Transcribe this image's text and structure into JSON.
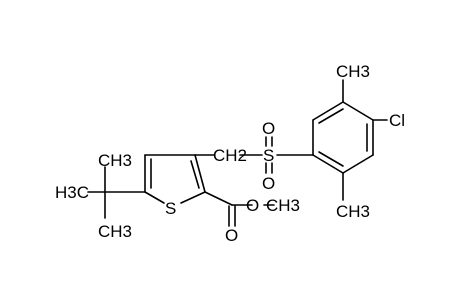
{
  "molecule": {
    "atoms": {
      "ch3_t1": "CH3",
      "h3c_t2": "H3C",
      "ch3_t3": "CH3",
      "s_ring": "S",
      "o_carbonyl": "O",
      "o_ester": "O",
      "ch3_ester": "CH3",
      "ch2": "CH2",
      "s_sulfonyl": "S",
      "o_sulfonyl_top": "O",
      "o_sulfonyl_bottom": "O",
      "ch3_ring_top": "CH3",
      "cl": "Cl",
      "ch3_ring_bottom": "CH3"
    }
  }
}
